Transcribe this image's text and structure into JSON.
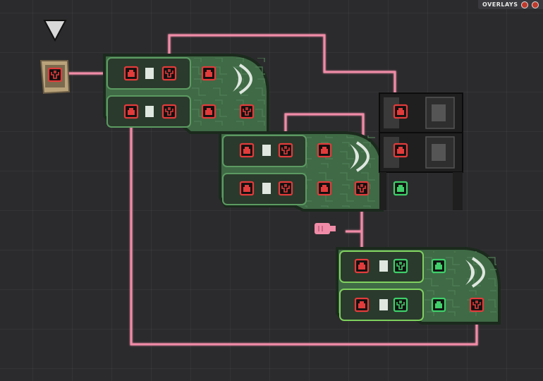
{
  "toolbar": {
    "overlays_label": "OVERLAYS",
    "buttons": [
      "power-overlay-button",
      "automation-overlay-button"
    ]
  },
  "colors": {
    "wire_red": "#f18ca8",
    "wire_green": "#6ff0b0",
    "port_red": "#e23b3b",
    "port_green": "#3fcf6a",
    "gate_body": "#3f6a45",
    "gate_dark": "#2a3a2c"
  },
  "gates": [
    {
      "id": "and-gate-1",
      "output": "red"
    },
    {
      "id": "and-gate-2",
      "output": "red"
    },
    {
      "id": "and-gate-3",
      "output": "red"
    },
    {
      "id": "and-gate-4",
      "output": "green"
    }
  ],
  "buffers": [
    {
      "id": "buffer-1a",
      "state": "red"
    },
    {
      "id": "buffer-1b",
      "state": "red"
    },
    {
      "id": "buffer-2a",
      "state": "red"
    },
    {
      "id": "buffer-2b",
      "state": "red"
    },
    {
      "id": "buffer-3a",
      "state": "green"
    },
    {
      "id": "buffer-3b",
      "state": "green"
    }
  ],
  "doors": [
    {
      "id": "mechanized-door-1",
      "state": "closed"
    },
    {
      "id": "mechanized-door-2",
      "state": "closed"
    }
  ],
  "sensor": {
    "id": "signal-switch",
    "state": "red"
  }
}
